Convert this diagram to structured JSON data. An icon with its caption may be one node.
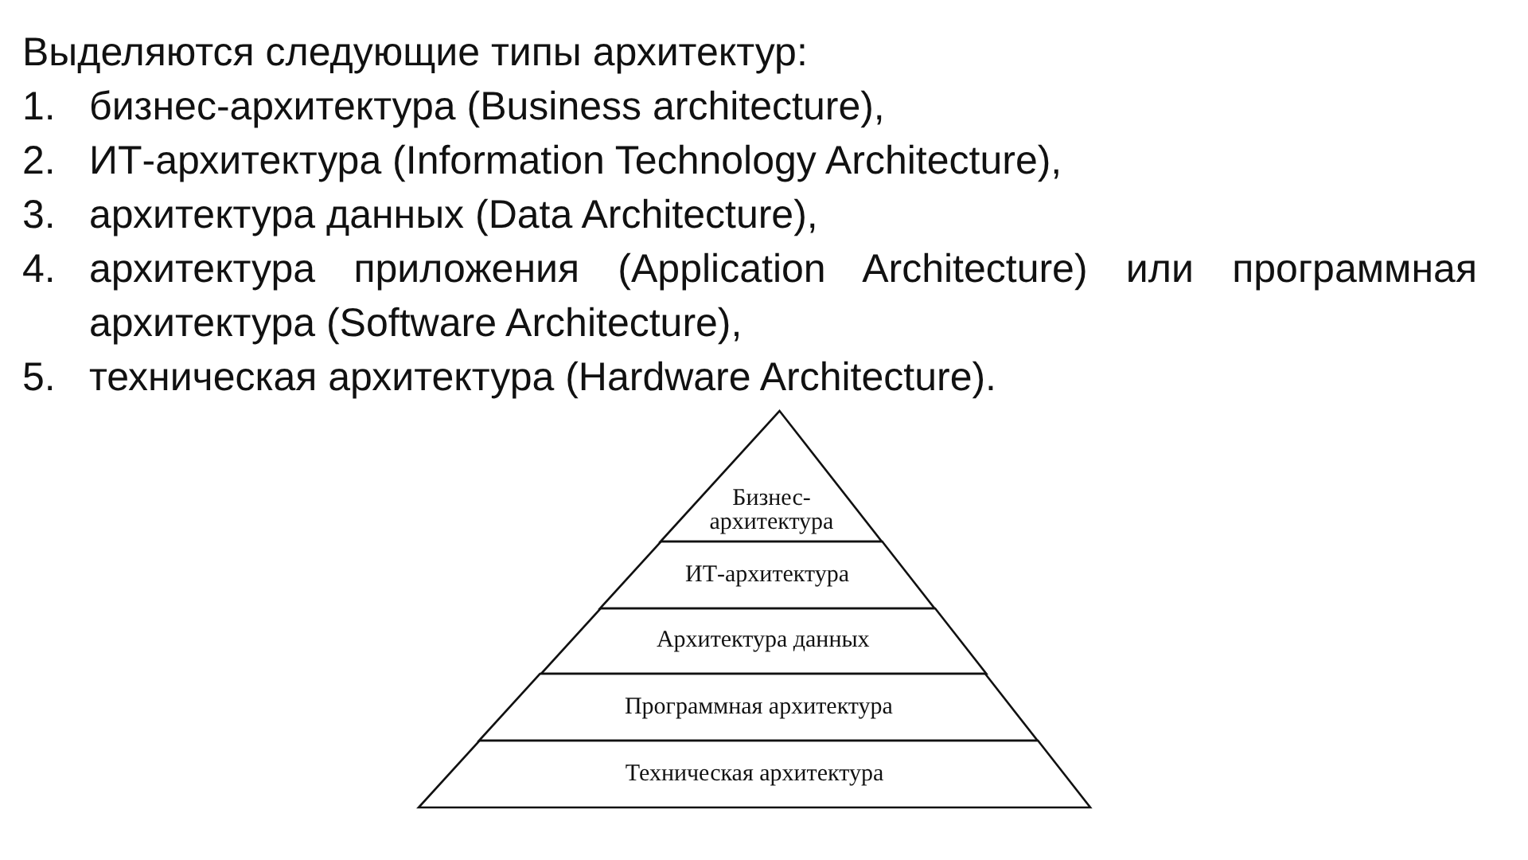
{
  "diagram": {
    "title": "Выделяются следующие типы архитектур:",
    "nodes": [
      {
        "text": [
          "Бизнес- архитектура"
        ]
      },
      {
        "text": [
          "ИТ-архитектура"
        ]
      },
      {
        "text": [
          "Архитектура данных"
        ]
      },
      {
        "text": [
          "Программная архитектура"
        ]
      },
      {
        "text": [
          "Техническая архитектура"
        ]
      }
    ],
    "labels": [
      "1.",
      "бизнес-архитектура (Business architecture),",
      "2.",
      "ИТ-архитектура (Information Technology Architecture),",
      "3.",
      "архитектура данных (Data Architecture),",
      "4.",
      "архитектура приложения (Application Architecture) или программная архитектура (Software Architecture),",
      "5.",
      "техническая архитектура (Hardware Architecture)."
    ]
  }
}
